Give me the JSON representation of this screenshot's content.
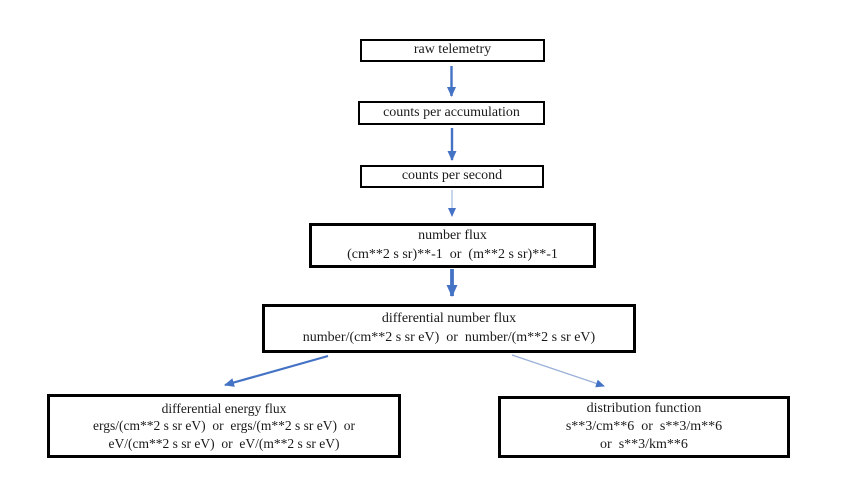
{
  "diagram": {
    "description": "flowchart of particle data processing stages and units",
    "nodes": [
      {
        "id": "raw-telemetry",
        "lines": [
          "raw telemetry"
        ]
      },
      {
        "id": "counts-per-accumulation",
        "lines": [
          "counts per accumulation"
        ]
      },
      {
        "id": "counts-per-second",
        "lines": [
          "counts per second"
        ]
      },
      {
        "id": "number-flux",
        "lines": [
          "number flux",
          "(cm**2 s sr)**-1  or  (m**2 s sr)**-1"
        ]
      },
      {
        "id": "differential-number-flux",
        "lines": [
          "differential number flux",
          "number/(cm**2 s sr eV)  or  number/(m**2 s sr eV)"
        ]
      },
      {
        "id": "differential-energy-flux",
        "lines": [
          "differential energy flux",
          "ergs/(cm**2 s sr eV)  or  ergs/(m**2 s sr eV)  or",
          "eV/(cm**2 s sr eV)  or  eV/(m**2 s sr eV)"
        ]
      },
      {
        "id": "distribution-function",
        "lines": [
          "distribution function",
          "s**3/cm**6  or  s**3/m**6",
          "or  s**3/km**6"
        ]
      }
    ],
    "edges": [
      {
        "from": "raw-telemetry",
        "to": "counts-per-accumulation"
      },
      {
        "from": "counts-per-accumulation",
        "to": "counts-per-second"
      },
      {
        "from": "counts-per-second",
        "to": "number-flux"
      },
      {
        "from": "number-flux",
        "to": "differential-number-flux"
      },
      {
        "from": "differential-number-flux",
        "to": "differential-energy-flux"
      },
      {
        "from": "differential-number-flux",
        "to": "distribution-function"
      }
    ],
    "colors": {
      "arrow": "#4472C4",
      "arrow_light": "#a8bfe3",
      "arrow_light2": "#9bb0d9",
      "box_border": "#000000",
      "background": "#ffffff",
      "text": "#1a1a1a"
    }
  }
}
